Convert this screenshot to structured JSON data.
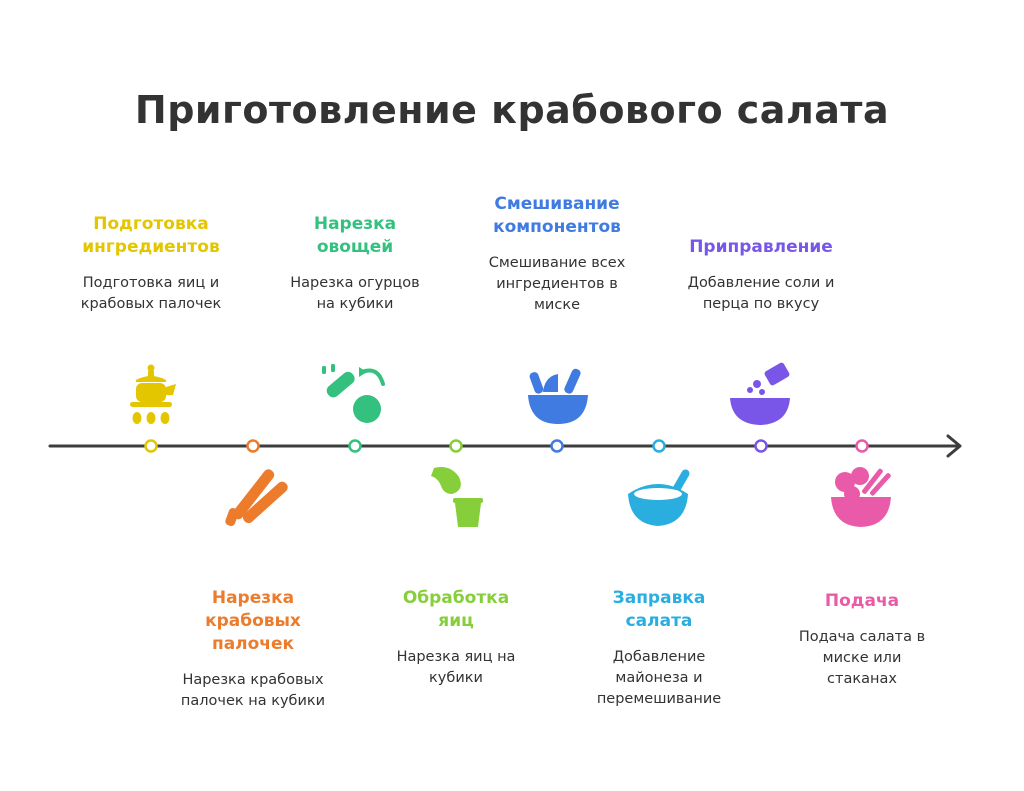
{
  "title": "Приготовление крабового салата",
  "colors": {
    "axis": "#3d3d3d",
    "text": "#333333"
  },
  "steps": [
    {
      "title": "Подготовка ингредиентов",
      "description": "Подготовка яиц и крабовых палочек",
      "color": "#e3c600",
      "position": "above",
      "icon": "kettle-icon"
    },
    {
      "title": "Нарезка крабовых палочек",
      "description": "Нарезка крабовых палочек на кубики",
      "color": "#ec7c2c",
      "position": "below",
      "icon": "crab-sticks-icon"
    },
    {
      "title": "Нарезка овощей",
      "description": "Нарезка огурцов на кубики",
      "color": "#34c17f",
      "position": "above",
      "icon": "knife-cucumber-icon"
    },
    {
      "title": "Обработка яиц",
      "description": "Нарезка яиц на кубики",
      "color": "#86cf3a",
      "position": "below",
      "icon": "egg-glass-icon"
    },
    {
      "title": "Смешивание компонентов",
      "description": "Смешивание всех ингредиентов в миске",
      "color": "#3f7be0",
      "position": "above",
      "icon": "mixing-bowl-icon"
    },
    {
      "title": "Заправка салата",
      "description": "Добавление майонеза и перемешивание",
      "color": "#2aaee0",
      "position": "below",
      "icon": "dressing-bowl-icon"
    },
    {
      "title": "Приправление",
      "description": "Добавление соли и перца по вкусу",
      "color": "#7a56e8",
      "position": "above",
      "icon": "seasoning-bowl-icon"
    },
    {
      "title": "Подача",
      "description": "Подача салата в миске или стаканах",
      "color": "#e95aa8",
      "position": "below",
      "icon": "salad-bowl-icon"
    }
  ]
}
